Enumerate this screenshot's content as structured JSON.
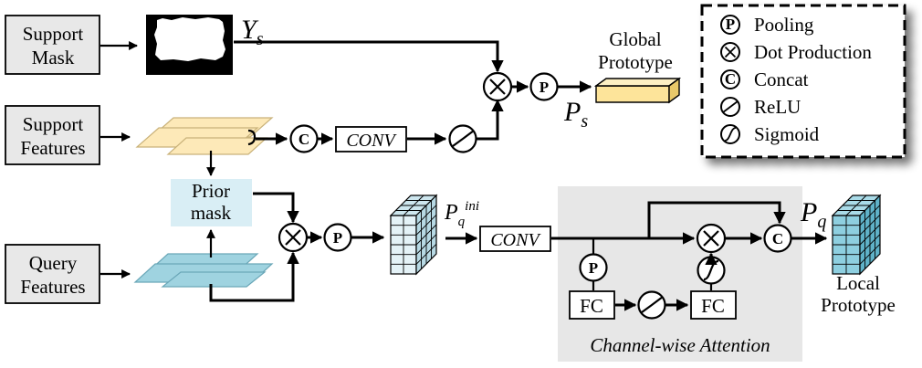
{
  "inputs": {
    "support_mask": [
      "Support",
      "Mask"
    ],
    "support_features": [
      "Support",
      "Features"
    ],
    "query_features": [
      "Query",
      "Features"
    ]
  },
  "prior_mask": [
    "Prior",
    "mask"
  ],
  "symbols": {
    "ys_main": "Y",
    "ys_sub": "s",
    "ps_main": "P",
    "ps_sub": "s",
    "pq_main": "P",
    "pq_sub": "q",
    "pqini_main": "P",
    "pqini_sub": "q",
    "pqini_sup": "ini"
  },
  "global_prototype": [
    "Global",
    "Prototype"
  ],
  "local_prototype": [
    "Local",
    "Prototype"
  ],
  "conv_label": "CONV",
  "fc_label": "FC",
  "operators": {
    "pool": "P",
    "concat": "C",
    "dot": "×"
  },
  "attention_title": "Channel-wise Attention",
  "legend": {
    "items": [
      {
        "symbol": "P",
        "label": "Pooling"
      },
      {
        "symbol": "×",
        "label": "Dot Production"
      },
      {
        "symbol": "C",
        "label": "Concat"
      },
      {
        "symbol": "relu",
        "label": "ReLU"
      },
      {
        "symbol": "sigmoid",
        "label": "Sigmoid"
      }
    ]
  },
  "colors": {
    "feature_fill": "#fde9b8",
    "query_fill": "#9fd3e0",
    "prior_fill": "#d9eef5",
    "global_fill": "#fde49a",
    "local_fill": "#8ecfe0",
    "attention_bg": "#e7e7e7"
  }
}
